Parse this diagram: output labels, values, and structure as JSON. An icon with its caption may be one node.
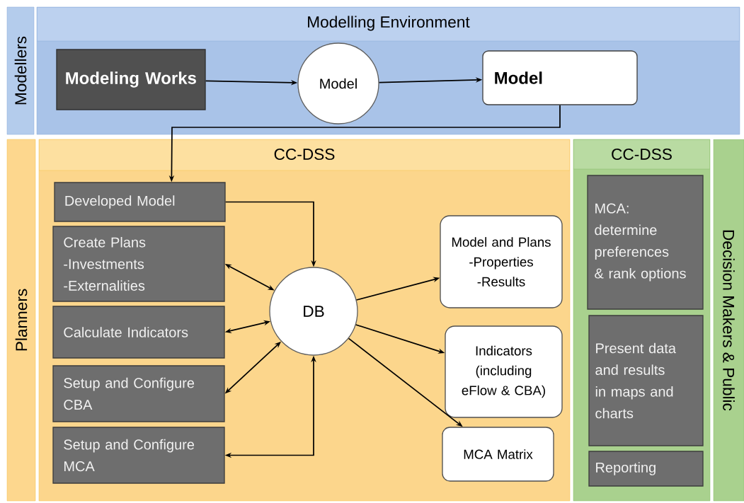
{
  "diagram": {
    "nodes": [
      {
        "text": [
          "Modellers"
        ]
      },
      {
        "text": [
          "Modelling Environment"
        ]
      },
      {
        "text": [
          "Modeling Works"
        ],
        "in": 1
      },
      {
        "text": [
          "Model"
        ],
        "in": 1
      },
      {
        "text": [
          "Model"
        ],
        "in": 1
      },
      {
        "text": [
          "Planners"
        ]
      },
      {
        "text": [
          "CC-DSS"
        ]
      },
      {
        "text": [
          "Developed Model"
        ],
        "in": 6
      },
      {
        "text": [
          "Create Plans -Investments -Externalities"
        ],
        "in": 6
      },
      {
        "text": [
          "Calculate Indicators"
        ],
        "in": 6
      },
      {
        "text": [
          "Setup and Configure CBA"
        ],
        "in": 6
      },
      {
        "text": [
          "Setup and Configure MCA"
        ],
        "in": 6
      },
      {
        "text": [
          "DB"
        ],
        "in": 6
      },
      {
        "text": [
          "Model and Plans -Properties -Results"
        ],
        "in": 6
      },
      {
        "text": [
          "Indicators (including eFlow & CBA)"
        ],
        "in": 6
      },
      {
        "text": [
          "MCA Matrix"
        ],
        "in": 6
      },
      {
        "text": [
          "CC-DSS"
        ]
      },
      {
        "text": [
          "MCA: determine preferences & rank options"
        ],
        "in": 16
      },
      {
        "text": [
          "Present data and results in maps and charts"
        ],
        "in": 16
      },
      {
        "text": [
          "Reporting"
        ],
        "in": 16
      },
      {
        "text": [
          "Decision Makers & Public"
        ]
      }
    ],
    "edges": [
      {
        "from": 2,
        "to": 3,
        "arrow": "to"
      },
      {
        "from": 3,
        "to": 4,
        "arrow": "to"
      },
      {
        "from": 4,
        "to": 7,
        "arrow": "to"
      },
      {
        "from": 7,
        "to": 12,
        "arrow": "to"
      },
      {
        "from": 8,
        "to": 12,
        "arrow": "both"
      },
      {
        "from": 9,
        "to": 12,
        "arrow": "both"
      },
      {
        "from": 10,
        "to": 12,
        "arrow": "both"
      },
      {
        "from": 12,
        "to": 11,
        "arrow": "both"
      },
      {
        "from": 12,
        "to": 13,
        "arrow": "to"
      },
      {
        "from": 12,
        "to": 14,
        "arrow": "to"
      },
      {
        "from": 12,
        "to": 15,
        "arrow": "to"
      }
    ]
  }
}
